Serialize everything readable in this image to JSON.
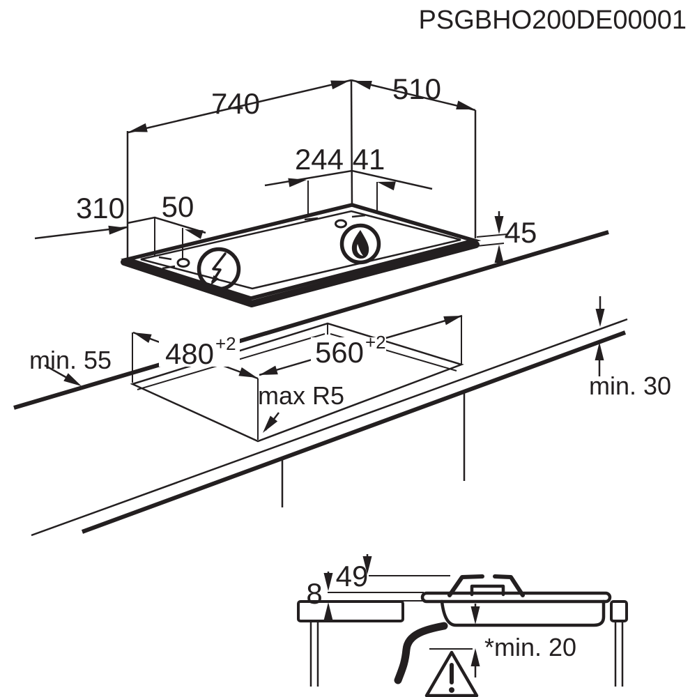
{
  "title": "PSGBHO200DE00001",
  "colors": {
    "line": "#231f20",
    "background": "#ffffff"
  },
  "top_view": {
    "dim_width": "740",
    "dim_depth": "510",
    "dim_burner_from_corner": "244",
    "dim_burner_from_edge": "41",
    "dim_elec_hole_long": "310",
    "dim_elec_hole_short": "50",
    "dim_built_in_height": "45",
    "electric_icon": "lightning-in-circle",
    "gas_icon": "flame-in-circle"
  },
  "cutout_view": {
    "dim_front_clearance": "min. 55",
    "dim_cutout_depth": "480",
    "tol_cutout_depth": "+2",
    "dim_cutout_width": "560",
    "tol_cutout_width": "+2",
    "note_corner_radius": "max R5",
    "dim_worktop_thickness": "min. 30"
  },
  "side_view": {
    "dim_pan_support_height": "49",
    "dim_panel_thickness": "8",
    "dim_min_clearance_below": "*min. 20",
    "warning_icon": "exclamation-triangle"
  }
}
